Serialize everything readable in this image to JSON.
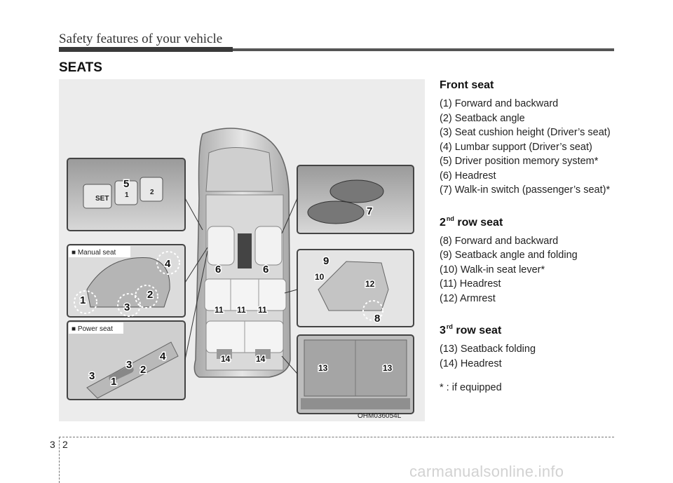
{
  "header": {
    "title": "Safety features of your vehicle"
  },
  "section": {
    "title": "SEATS"
  },
  "figure": {
    "code": "OHM036054L",
    "manual_label": "■ Manual seat",
    "power_label": "■ Power seat",
    "switch_labels": {
      "set": "SET",
      "one": "1",
      "two": "2"
    },
    "callouts": [
      "1",
      "2",
      "3",
      "4",
      "5",
      "6",
      "7",
      "8",
      "9",
      "10",
      "11",
      "12",
      "13",
      "14"
    ]
  },
  "front": {
    "title": "Front seat",
    "items": [
      "(1) Forward and backward",
      "(2) Seatback angle",
      "(3) Seat cushion height (Driver’s seat)",
      "(4) Lumbar support (Driver’s seat)",
      "(5) Driver position memory system*",
      "(6) Headrest",
      "(7) Walk-in switch (passenger’s seat)*"
    ]
  },
  "second": {
    "num": "2",
    "sup": "nd",
    "title": " row seat",
    "items": [
      "(8) Forward and backward",
      "(9) Seatback angle and folding",
      "(10) Walk-in seat lever*",
      "(11) Headrest",
      "(12) Armrest"
    ]
  },
  "third": {
    "num": "3",
    "sup": "rd",
    "title": " row seat",
    "items": [
      "(13) Seatback folding",
      "(14) Headrest"
    ]
  },
  "footnote": "* : if equipped",
  "page": {
    "chapter": "3",
    "number": "2"
  },
  "watermark": "carmanualsonline.info"
}
